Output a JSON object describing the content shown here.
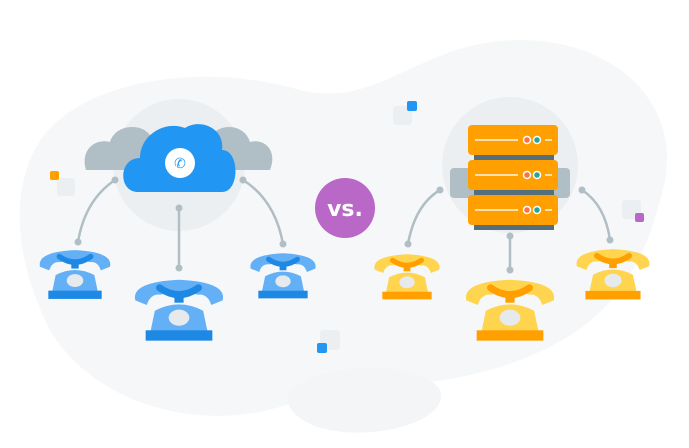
{
  "vs_label": "vs.",
  "colors": {
    "cloud_blue": "#2196f3",
    "phone_blue_light": "#64b0f6",
    "phone_blue_dark": "#1e88e5",
    "server_orange": "#ffa000",
    "phone_orange_light": "#ffd54f",
    "phone_orange_dark": "#ffa000",
    "vs_purple": "#b968c7",
    "connector_gray": "#b0bec5",
    "backdrop_gray": "#eceff1"
  },
  "left_group": {
    "icon": "cloud-phone-icon",
    "phones": 3
  },
  "right_group": {
    "icon": "server-rack-icon",
    "phones": 3
  }
}
